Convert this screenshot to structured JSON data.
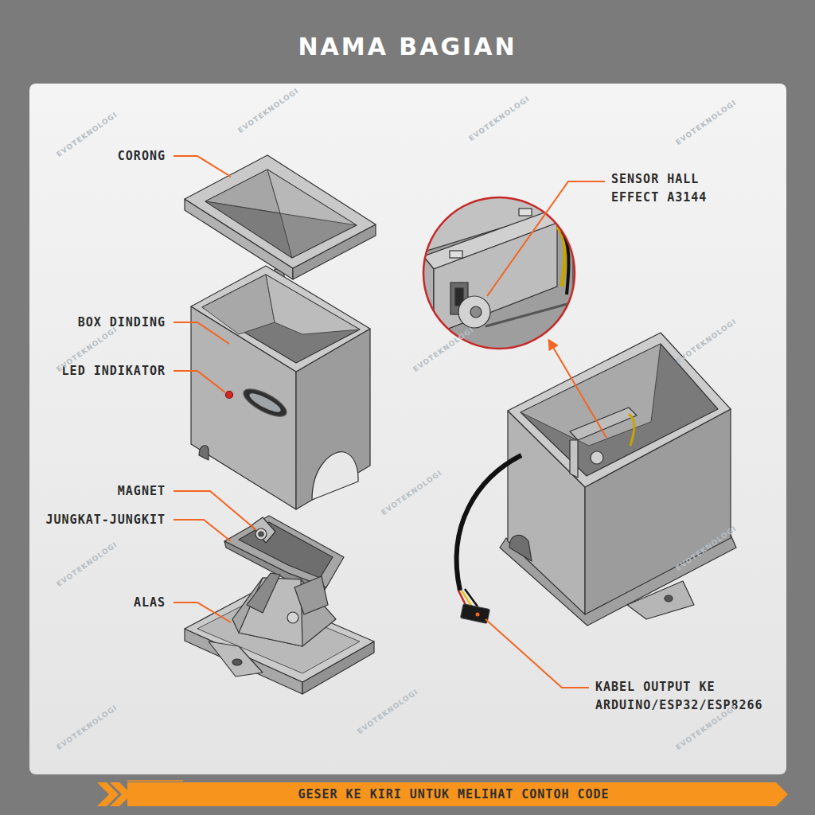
{
  "diagram": {
    "title": "NAMA BAGIAN",
    "nodes": [
      {
        "text": [
          "GESER KE KIRI UNTUK MELIHAT CONTOH CODE"
        ]
      }
    ],
    "edges": [],
    "labels": [
      "CORONG",
      "BOX DINDING",
      "LED INDIKATOR",
      "MAGNET",
      "JUNGKAT-JUNGKIT",
      "ALAS",
      "SENSOR HALL EFFECT A3144",
      "KABEL OUTPUT KE ARDUINO/ESP32/ESP8266",
      "EVOTEKNOLOGI",
      "EVOTEKNOLOGI",
      "EVOTEKNOLOGI",
      "EVOTEKNOLOGI",
      "EVOTEKNOLOGI",
      "EVOTEKNOLOGI",
      "EVOTEKNOLOGI",
      "EVOTEKNOLOGI",
      "EVOTEKNOLOGI",
      "EVOTEKNOLOGI",
      "EVOTEKNOLOGI",
      "EVOTEKNOLOGI",
      "EVOTEKNOLOGI"
    ]
  }
}
